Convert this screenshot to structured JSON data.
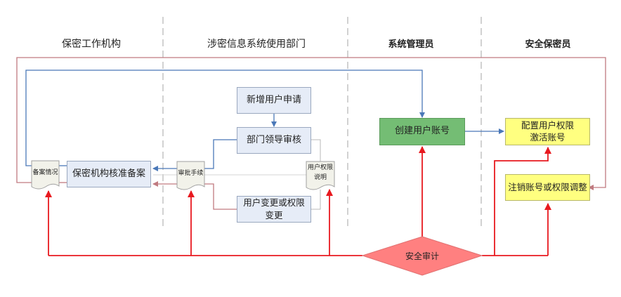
{
  "lanes": [
    {
      "title": "保密工作机构"
    },
    {
      "title": "涉密信息系统使用部门"
    },
    {
      "title": "系统管理员"
    },
    {
      "title": "安全保密员"
    }
  ],
  "nodes": {
    "new_user_request": "新增用户申请",
    "dept_leader_review": "部门领导审核",
    "user_change": "用户变更或权限\n变更",
    "security_approve_record": "保密机构核准备案",
    "create_account": "创建用户账号",
    "config_permission": "配置用户权限\n激活账号",
    "cancel_adjust": "注销账号或权限调整",
    "security_audit": "安全审计"
  },
  "documents": {
    "filing_status": "备案情况",
    "approval_procedure": "审批手续",
    "permission_description": "用户权限\n说明"
  },
  "colors": {
    "blue_flow": "#4a78b8",
    "red_flow": "#e8191f",
    "pink_flow": "#c07a80",
    "lane_divider": "#b0b0b0",
    "node_blue": "#e6ecf7",
    "node_green": "#74bd74",
    "node_yellow": "#ffff80",
    "diamond": "#ff8080"
  }
}
